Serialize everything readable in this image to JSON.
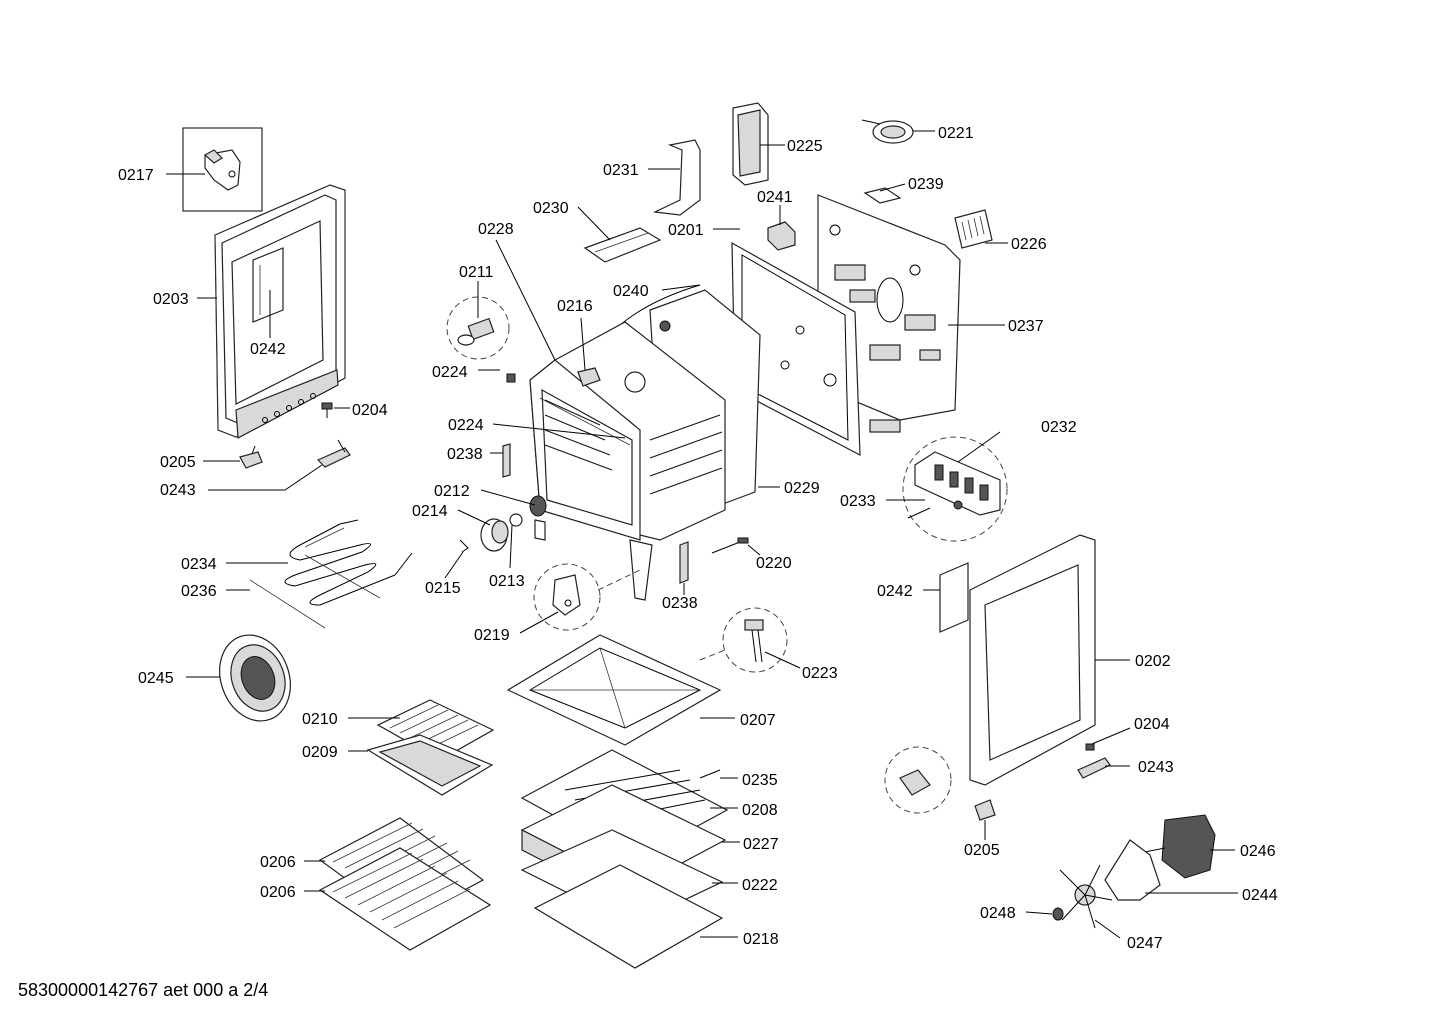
{
  "footer": "58300000142767 aet 000 a 2/4",
  "labels": {
    "l0217": "0217",
    "l0203": "0203",
    "l0242a": "0242",
    "l0204a": "0204",
    "l0205a": "0205",
    "l0243a": "0243",
    "l0234": "0234",
    "l0236": "0236",
    "l0245": "0245",
    "l0210": "0210",
    "l0209": "0209",
    "l0206a": "0206",
    "l0206b": "0206",
    "l0231": "0231",
    "l0230": "0230",
    "l0228": "0228",
    "l0211": "0211",
    "l0216": "0216",
    "l0224a": "0224",
    "l0224b": "0224",
    "l0238a": "0238",
    "l0212": "0212",
    "l0214": "0214",
    "l0215": "0215",
    "l0213": "0213",
    "l0219": "0219",
    "l0238b": "0238",
    "l0225": "0225",
    "l0221": "0221",
    "l0241": "0241",
    "l0239": "0239",
    "l0226": "0226",
    "l0201": "0201",
    "l0240": "0240",
    "l0237": "0237",
    "l0232": "0232",
    "l0229": "0229",
    "l0233": "0233",
    "l0220": "0220",
    "l0242b": "0242",
    "l0202": "0202",
    "l0223": "0223",
    "l0207": "0207",
    "l0204b": "0204",
    "l0243b": "0243",
    "l0235": "0235",
    "l0208": "0208",
    "l0205b": "0205",
    "l0227": "0227",
    "l0246": "0246",
    "l0222": "0222",
    "l0244": "0244",
    "l0248": "0248",
    "l0218": "0218",
    "l0247": "0247"
  }
}
